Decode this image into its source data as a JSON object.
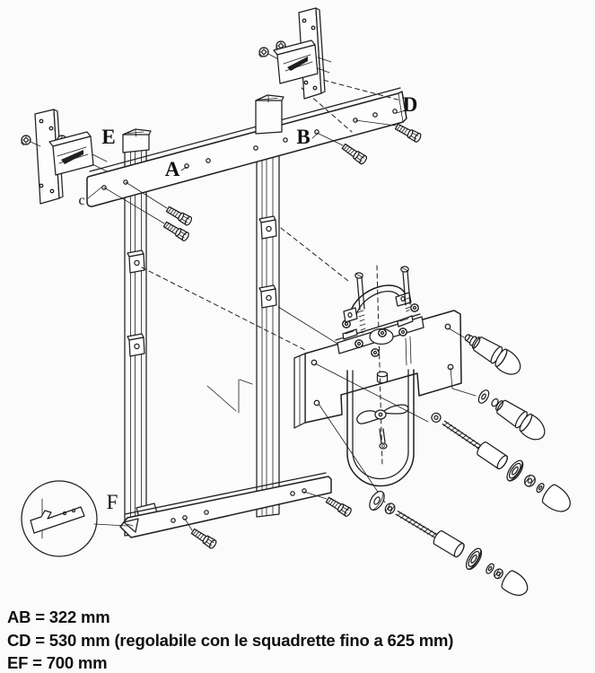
{
  "figure": {
    "description": "Exploded assembly diagram of a wall-mount rack frame with crossbars, squadrette brackets, pipe clamp and fixing hardware",
    "labels": {
      "a": "A",
      "b": "B",
      "c_small": "c",
      "d": "D",
      "e": "E",
      "f": "F"
    },
    "notes": {
      "ab": "AB = 322 mm",
      "cd": "CD = 530 mm (regolabile con le squadrette fino a 625 mm)",
      "ef": "EF = 700 mm"
    },
    "colors": {
      "line": "#1f1f1f",
      "background": "#fbfbfb"
    }
  }
}
